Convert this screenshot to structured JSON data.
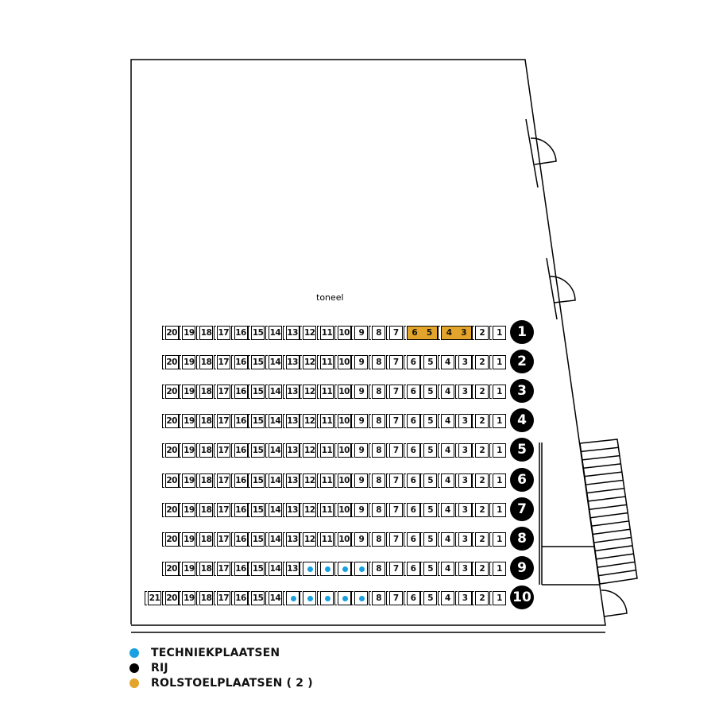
{
  "stage_label": "toneel",
  "colors": {
    "tech": "#1aa0e0",
    "row": "#000000",
    "wheelchair": "#e3a42b"
  },
  "rows": [
    {
      "number": "1",
      "seats": [
        "20",
        "19",
        "18",
        "17",
        "16",
        "15",
        "14",
        "13",
        "12",
        "11",
        "10",
        "9",
        "8",
        "7",
        {
          "type": "wheelchair",
          "labels": [
            "6",
            "5"
          ]
        },
        {
          "type": "wheelchair",
          "labels": [
            "4",
            "3"
          ]
        },
        "2",
        "1"
      ]
    },
    {
      "number": "2",
      "seats": [
        "20",
        "19",
        "18",
        "17",
        "16",
        "15",
        "14",
        "13",
        "12",
        "11",
        "10",
        "9",
        "8",
        "7",
        "6",
        "5",
        "4",
        "3",
        "2",
        "1"
      ]
    },
    {
      "number": "3",
      "seats": [
        "20",
        "19",
        "18",
        "17",
        "16",
        "15",
        "14",
        "13",
        "12",
        "11",
        "10",
        "9",
        "8",
        "7",
        "6",
        "5",
        "4",
        "3",
        "2",
        "1"
      ]
    },
    {
      "number": "4",
      "seats": [
        "20",
        "19",
        "18",
        "17",
        "16",
        "15",
        "14",
        "13",
        "12",
        "11",
        "10",
        "9",
        "8",
        "7",
        "6",
        "5",
        "4",
        "3",
        "2",
        "1"
      ]
    },
    {
      "number": "5",
      "seats": [
        "20",
        "19",
        "18",
        "17",
        "16",
        "15",
        "14",
        "13",
        "12",
        "11",
        "10",
        "9",
        "8",
        "7",
        "6",
        "5",
        "4",
        "3",
        "2",
        "1"
      ]
    },
    {
      "number": "6",
      "seats": [
        "20",
        "19",
        "18",
        "17",
        "16",
        "15",
        "14",
        "13",
        "12",
        "11",
        "10",
        "9",
        "8",
        "7",
        "6",
        "5",
        "4",
        "3",
        "2",
        "1"
      ]
    },
    {
      "number": "7",
      "seats": [
        "20",
        "19",
        "18",
        "17",
        "16",
        "15",
        "14",
        "13",
        "12",
        "11",
        "10",
        "9",
        "8",
        "7",
        "6",
        "5",
        "4",
        "3",
        "2",
        "1"
      ]
    },
    {
      "number": "8",
      "seats": [
        "20",
        "19",
        "18",
        "17",
        "16",
        "15",
        "14",
        "13",
        "12",
        "11",
        "10",
        "9",
        "8",
        "7",
        "6",
        "5",
        "4",
        "3",
        "2",
        "1"
      ]
    },
    {
      "number": "9",
      "seats": [
        "20",
        "19",
        "18",
        "17",
        "16",
        "15",
        "14",
        "13",
        {
          "type": "tech"
        },
        {
          "type": "tech"
        },
        {
          "type": "tech"
        },
        {
          "type": "tech"
        },
        "8",
        "7",
        "6",
        "5",
        "4",
        "3",
        "2",
        "1"
      ]
    },
    {
      "number": "10",
      "seats": [
        "21",
        "20",
        "19",
        "18",
        "17",
        "16",
        "15",
        "14",
        {
          "type": "tech"
        },
        {
          "type": "tech"
        },
        {
          "type": "tech"
        },
        {
          "type": "tech"
        },
        {
          "type": "tech"
        },
        "8",
        "7",
        "6",
        "5",
        "4",
        "3",
        "2",
        "1"
      ]
    }
  ],
  "legend": [
    {
      "label": "TECHNIEKPLAATSEN",
      "color": "#1aa0e0"
    },
    {
      "label": "RIJ",
      "color": "#000000"
    },
    {
      "label": "ROLSTOELPLAATSEN ( 2 )",
      "color": "#e3a42b"
    }
  ]
}
